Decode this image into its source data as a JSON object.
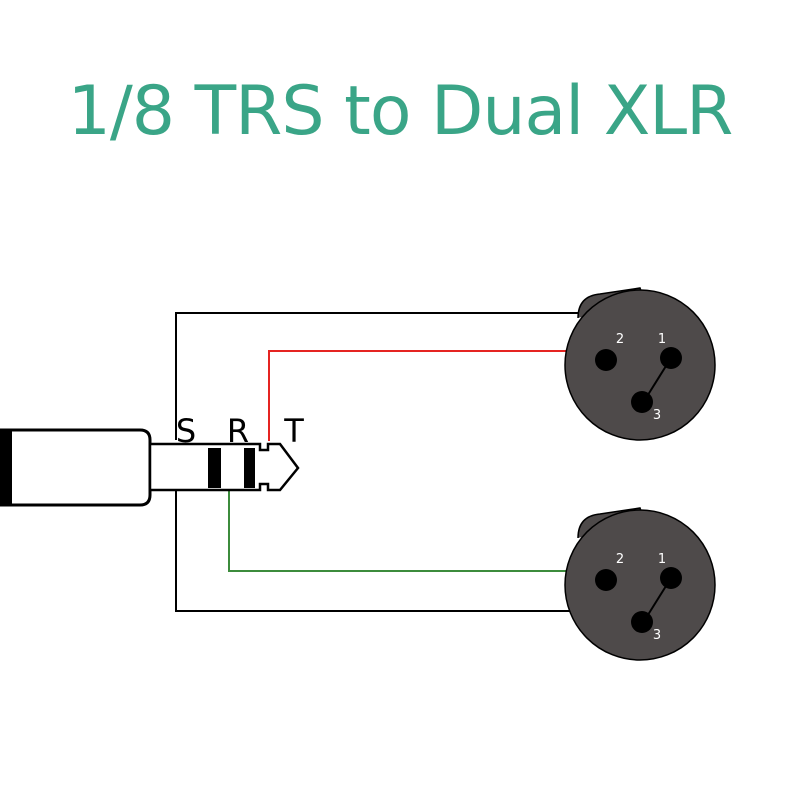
{
  "title": "1/8 TRS to Dual XLR",
  "plug": {
    "labels": {
      "sleeve": "S",
      "ring": "R",
      "tip": "T"
    }
  },
  "xlr_top": {
    "pins": {
      "p1": "1",
      "p2": "2",
      "p3": "3"
    }
  },
  "xlr_bottom": {
    "pins": {
      "p1": "1",
      "p2": "2",
      "p3": "3"
    }
  },
  "colors": {
    "title": "#3aa587",
    "tip_wire": "#e52421",
    "ring_wire": "#3c8c3c",
    "sleeve_wire": "#000000",
    "connector_body": "#4e4a4a"
  }
}
